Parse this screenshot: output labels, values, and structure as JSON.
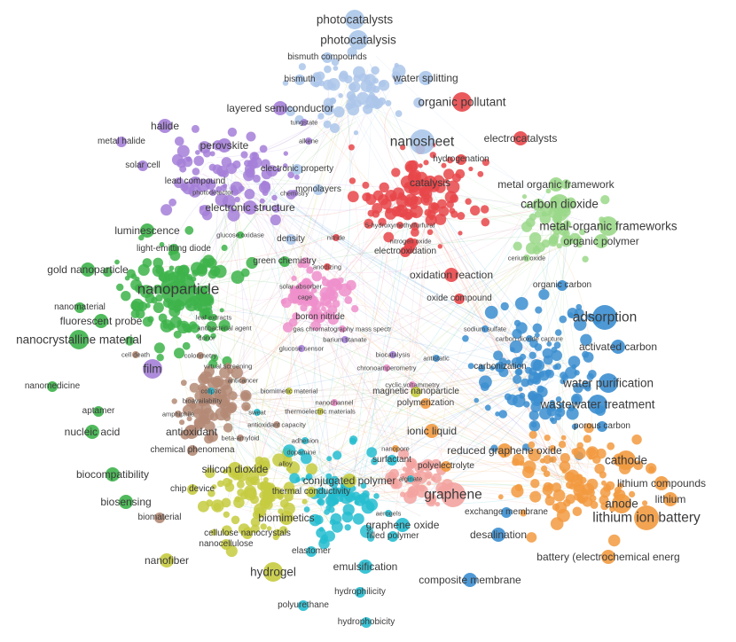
{
  "colors": {
    "red": "#e8474a",
    "green": "#3db34a",
    "blue": "#3b8ed0",
    "yellow": "#c6cb3f",
    "purple": "#a57fd8",
    "brown": "#b48a76",
    "orange": "#f29a3f",
    "pink": "#ee8fcb",
    "cyan": "#25bdd0",
    "lightblue": "#abc6ea",
    "lightgreen": "#9bd88a",
    "salmon": "#f3a3a0"
  },
  "labels": [
    {
      "text": "photocatalysts",
      "size": 4,
      "cluster": "lightblue"
    },
    {
      "text": "photocatalysis",
      "size": 4,
      "cluster": "lightblue"
    },
    {
      "text": "bismuth compounds",
      "size": 2,
      "cluster": "lightblue"
    },
    {
      "text": "bismuth",
      "size": 2,
      "cluster": "lightblue"
    },
    {
      "text": "water splitting",
      "size": 3,
      "cluster": "lightblue"
    },
    {
      "text": "layered semiconductor",
      "size": 3,
      "cluster": "purple"
    },
    {
      "text": "organic pollutant",
      "size": 4,
      "cluster": "red"
    },
    {
      "text": "tungstate",
      "size": 1,
      "cluster": "purple"
    },
    {
      "text": "halide",
      "size": 3,
      "cluster": "purple"
    },
    {
      "text": "metal halide",
      "size": 2,
      "cluster": "purple"
    },
    {
      "text": "perovskite",
      "size": 3,
      "cluster": "purple"
    },
    {
      "text": "alkene",
      "size": 1,
      "cluster": "purple"
    },
    {
      "text": "nanosheet",
      "size": 5,
      "cluster": "lightblue"
    },
    {
      "text": "electrocatalysts",
      "size": 3,
      "cluster": "red"
    },
    {
      "text": "hydrogenation",
      "size": 2,
      "cluster": "red"
    },
    {
      "text": "solar cell",
      "size": 2,
      "cluster": "purple"
    },
    {
      "text": "electronic property",
      "size": 2,
      "cluster": "lightblue"
    },
    {
      "text": "lead compound",
      "size": 2,
      "cluster": "purple"
    },
    {
      "text": "photodetector",
      "size": 1,
      "cluster": "purple"
    },
    {
      "text": "chemistry",
      "size": 1,
      "cluster": "purple"
    },
    {
      "text": "monolayers",
      "size": 2,
      "cluster": "lightblue"
    },
    {
      "text": "catalysis",
      "size": 3,
      "cluster": "red"
    },
    {
      "text": "metal organic framework",
      "size": 3,
      "cluster": "lightgreen"
    },
    {
      "text": "carbon dioxide",
      "size": 4,
      "cluster": "lightgreen"
    },
    {
      "text": "electronic structure",
      "size": 3,
      "cluster": "purple"
    },
    {
      "text": "5-hydroxymethylfurfural",
      "size": 1,
      "cluster": "red"
    },
    {
      "text": "metal-organic frameworks",
      "size": 4,
      "cluster": "lightgreen"
    },
    {
      "text": "luminescence",
      "size": 3,
      "cluster": "green"
    },
    {
      "text": "glucose oxidase",
      "size": 1,
      "cluster": "green"
    },
    {
      "text": "density",
      "size": 2,
      "cluster": "lightblue"
    },
    {
      "text": "nitride",
      "size": 1,
      "cluster": "red"
    },
    {
      "text": "nitrogen oxide",
      "size": 1,
      "cluster": "red"
    },
    {
      "text": "organic polymer",
      "size": 3,
      "cluster": "lightgreen"
    },
    {
      "text": "light-emitting diode",
      "size": 2,
      "cluster": "green"
    },
    {
      "text": "electrooxidation",
      "size": 2,
      "cluster": "red"
    },
    {
      "text": "cerium oxide",
      "size": 1,
      "cluster": "lightgreen"
    },
    {
      "text": "green chemistry",
      "size": 2,
      "cluster": "green"
    },
    {
      "text": "anodizing",
      "size": 1,
      "cluster": "red"
    },
    {
      "text": "gold nanoparticle",
      "size": 3,
      "cluster": "green"
    },
    {
      "text": "oxidation reaction",
      "size": 3,
      "cluster": "red"
    },
    {
      "text": "solar absorber",
      "size": 1,
      "cluster": "pink"
    },
    {
      "text": "nanoparticle",
      "size": 6,
      "cluster": "green"
    },
    {
      "text": "cage",
      "size": 1,
      "cluster": "pink"
    },
    {
      "text": "organic carbon",
      "size": 2,
      "cluster": "blue"
    },
    {
      "text": "oxide compound",
      "size": 2,
      "cluster": "red"
    },
    {
      "text": "leaf extracts",
      "size": 1,
      "cluster": "green"
    },
    {
      "text": "boron nitride",
      "size": 2,
      "cluster": "pink"
    },
    {
      "text": "nanomaterial",
      "size": 2,
      "cluster": "green"
    },
    {
      "text": "antibacterial agent",
      "size": 1,
      "cluster": "green"
    },
    {
      "text": "fluorescent probe",
      "size": 3,
      "cluster": "green"
    },
    {
      "text": "gas chromatography mass spectr",
      "size": 1,
      "cluster": "pink"
    },
    {
      "text": "adsorption",
      "size": 5,
      "cluster": "blue"
    },
    {
      "text": "sodium sulfate",
      "size": 1,
      "cluster": "blue"
    },
    {
      "text": "donor",
      "size": 1,
      "cluster": "green"
    },
    {
      "text": "barium titanate",
      "size": 1,
      "cluster": "purple"
    },
    {
      "text": "nanocrystalline material",
      "size": 4,
      "cluster": "green"
    },
    {
      "text": "carbon dioxide capture",
      "size": 1,
      "cluster": "blue"
    },
    {
      "text": "activated carbon",
      "size": 3,
      "cluster": "blue"
    },
    {
      "text": "cell death",
      "size": 1,
      "cluster": "brown"
    },
    {
      "text": "colorimetry",
      "size": 1,
      "cluster": "brown"
    },
    {
      "text": "glucose sensor",
      "size": 1,
      "cluster": "purple"
    },
    {
      "text": "biocatalysis",
      "size": 1,
      "cluster": "purple"
    },
    {
      "text": "antistatic",
      "size": 1,
      "cluster": "blue"
    },
    {
      "text": "film",
      "size": 4,
      "cluster": "purple"
    },
    {
      "text": "carbonization",
      "size": 2,
      "cluster": "blue"
    },
    {
      "text": "virtual screening",
      "size": 1,
      "cluster": "brown"
    },
    {
      "text": "chronoamperometry",
      "size": 1,
      "cluster": "pink"
    },
    {
      "text": "nanomedicine",
      "size": 2,
      "cluster": "green"
    },
    {
      "text": "anticancer",
      "size": 1,
      "cluster": "brown"
    },
    {
      "text": "water purification",
      "size": 4,
      "cluster": "blue"
    },
    {
      "text": "cyclic voltammetry",
      "size": 1,
      "cluster": "pink"
    },
    {
      "text": "collptic",
      "size": 1,
      "cluster": "cyan"
    },
    {
      "text": "biomimetic material",
      "size": 1,
      "cluster": "yellow"
    },
    {
      "text": "magnetic nanoparticle",
      "size": 2,
      "cluster": "yellow"
    },
    {
      "text": "nanochannel",
      "size": 1,
      "cluster": "pink"
    },
    {
      "text": "bioavailability",
      "size": 1,
      "cluster": "brown"
    },
    {
      "text": "polymerization",
      "size": 2,
      "cluster": "orange"
    },
    {
      "text": "wastewater treatment",
      "size": 4,
      "cluster": "blue"
    },
    {
      "text": "aptamer",
      "size": 2,
      "cluster": "green"
    },
    {
      "text": "amphiphile",
      "size": 1,
      "cluster": "brown"
    },
    {
      "text": "sweat",
      "size": 1,
      "cluster": "cyan"
    },
    {
      "text": "thermoelectric materials",
      "size": 1,
      "cluster": "yellow"
    },
    {
      "text": "nucleic acid",
      "size": 3,
      "cluster": "green"
    },
    {
      "text": "antioxidant",
      "size": 3,
      "cluster": "brown"
    },
    {
      "text": "antioxidant capacity",
      "size": 1,
      "cluster": "brown"
    },
    {
      "text": "porous carbon",
      "size": 2,
      "cluster": "blue"
    },
    {
      "text": "beta-amyloid",
      "size": 1,
      "cluster": "brown"
    },
    {
      "text": "ionic liquid",
      "size": 3,
      "cluster": "orange"
    },
    {
      "text": "adhesion",
      "size": 1,
      "cluster": "cyan"
    },
    {
      "text": "chemical phenomena",
      "size": 2,
      "cluster": "brown"
    },
    {
      "text": "dopamine",
      "size": 1,
      "cluster": "cyan"
    },
    {
      "text": "nanopore",
      "size": 1,
      "cluster": "orange"
    },
    {
      "text": "reduced graphene oxide",
      "size": 3,
      "cluster": "orange"
    },
    {
      "text": "alloy",
      "size": 1,
      "cluster": "yellow"
    },
    {
      "text": "silicon dioxide",
      "size": 3,
      "cluster": "yellow"
    },
    {
      "text": "surfactant",
      "size": 2,
      "cluster": "cyan"
    },
    {
      "text": "polyelectrolyte",
      "size": 2,
      "cluster": "orange"
    },
    {
      "text": "cathode",
      "size": 4,
      "cluster": "orange"
    },
    {
      "text": "biocompatibility",
      "size": 3,
      "cluster": "green"
    },
    {
      "text": "alginate",
      "size": 1,
      "cluster": "cyan"
    },
    {
      "text": "conjugated polymer",
      "size": 3,
      "cluster": "yellow"
    },
    {
      "text": "lithium compounds",
      "size": 3,
      "cluster": "orange"
    },
    {
      "text": "chip device",
      "size": 2,
      "cluster": "yellow"
    },
    {
      "text": "graphene",
      "size": 5,
      "cluster": "salmon"
    },
    {
      "text": "lithium",
      "size": 3,
      "cluster": "orange"
    },
    {
      "text": "thermal conductivity",
      "size": 2,
      "cluster": "yellow"
    },
    {
      "text": "biosensing",
      "size": 3,
      "cluster": "green"
    },
    {
      "text": "exchange membrane",
      "size": 2,
      "cluster": "blue"
    },
    {
      "text": "anode",
      "size": 4,
      "cluster": "orange"
    },
    {
      "text": "biomaterial",
      "size": 2,
      "cluster": "brown"
    },
    {
      "text": "biomimetics",
      "size": 3,
      "cluster": "yellow"
    },
    {
      "text": "aerogels",
      "size": 1,
      "cluster": "cyan"
    },
    {
      "text": "lithium ion battery",
      "size": 5,
      "cluster": "orange"
    },
    {
      "text": "graphene oxide",
      "size": 3,
      "cluster": "cyan"
    },
    {
      "text": "cellulose nanocrystals",
      "size": 2,
      "cluster": "yellow"
    },
    {
      "text": "filled polymer",
      "size": 2,
      "cluster": "cyan"
    },
    {
      "text": "desalination",
      "size": 3,
      "cluster": "blue"
    },
    {
      "text": "nanocellulose",
      "size": 2,
      "cluster": "yellow"
    },
    {
      "text": "elastomer",
      "size": 2,
      "cluster": "cyan"
    },
    {
      "text": "nanofiber",
      "size": 3,
      "cluster": "yellow"
    },
    {
      "text": "battery (electrochemical energ",
      "size": 3,
      "cluster": "orange"
    },
    {
      "text": "hydrogel",
      "size": 4,
      "cluster": "yellow"
    },
    {
      "text": "emulsification",
      "size": 3,
      "cluster": "cyan"
    },
    {
      "text": "composite membrane",
      "size": 3,
      "cluster": "blue"
    },
    {
      "text": "hydrophilicity",
      "size": 2,
      "cluster": "cyan"
    },
    {
      "text": "polyurethane",
      "size": 2,
      "cluster": "cyan"
    },
    {
      "text": "hydrophobicity",
      "size": 2,
      "cluster": "cyan"
    }
  ]
}
